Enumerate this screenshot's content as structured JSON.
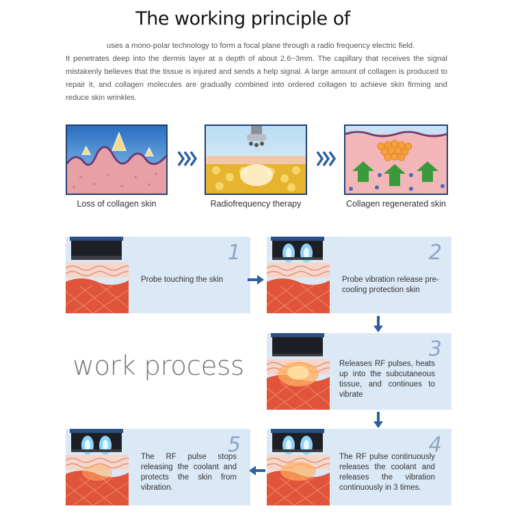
{
  "title": "The working principle of",
  "intro": {
    "line1": "uses a mono-polar technology to form a focal plane through a radio frequency electric field.",
    "rest": "It penetrates deep into the dermis layer at a depth of about 2.6~3mm. The capillary that receives the signal mistakenly believes that the tissue is injured and sends a help signal. A large amount of collagen is produced to repair it, and collagen molecules are gradually combined into ordered collagen to achieve skin firming and reduce skin wrinkles."
  },
  "stages": [
    {
      "caption": "Loss of collagen skin"
    },
    {
      "caption": "Radiofrequency therapy"
    },
    {
      "caption": "Collagen regenerated skin"
    }
  ],
  "work_process_label": "work process",
  "steps": [
    {
      "number": "1",
      "text": "Probe touching the skin"
    },
    {
      "number": "2",
      "text": "Probe vibration release pre-cooling protection skin"
    },
    {
      "number": "3",
      "text": "Releases RF pulses, heats up into the subcutaneous tissue, and continues to vibrate"
    },
    {
      "number": "4",
      "text": "The RF pulse continuously releases the coolant and releases the vibration continuously in 3 times."
    },
    {
      "number": "5",
      "text": "The RF pulse stops releasing the coolant and protects the skin from vibration."
    }
  ],
  "colors": {
    "card_bg": "#dbe8f5",
    "arrow": "#2e5f9e",
    "panel_border": "#1f3f74",
    "skin_red": "#e0543a"
  },
  "icons": [
    "chevron-right-icon",
    "arrow-right-icon",
    "arrow-down-icon",
    "arrow-left-icon"
  ]
}
